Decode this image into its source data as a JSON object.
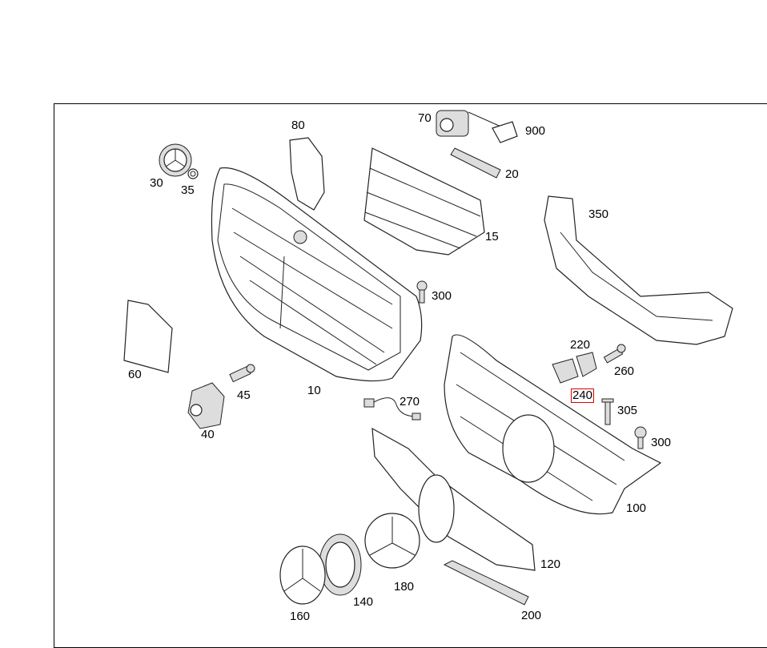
{
  "diagram": {
    "labels": {
      "l70": "70",
      "l900": "900",
      "l80": "80",
      "l20": "20",
      "l30": "30",
      "l35": "35",
      "l15": "15",
      "l350": "350",
      "l300a": "300",
      "l60": "60",
      "l10": "10",
      "l45": "45",
      "l220": "220",
      "l260": "260",
      "l240": "240",
      "l270": "270",
      "l305": "305",
      "l300b": "300",
      "l40": "40",
      "l100": "100",
      "l120": "120",
      "l180": "180",
      "l140": "140",
      "l160": "160",
      "l200": "200"
    },
    "highlight_color": "#e00000"
  }
}
